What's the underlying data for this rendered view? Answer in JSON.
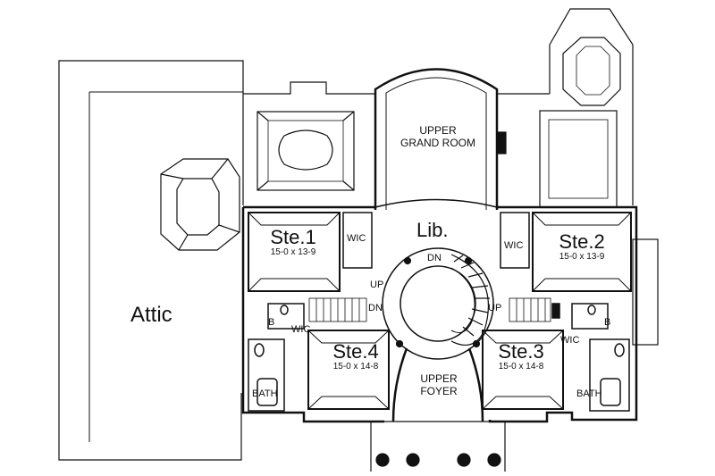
{
  "plan": {
    "attic": "Attic",
    "upper_grand_room": {
      "line1": "UPPER",
      "line2": "GRAND ROOM"
    },
    "library": "Lib.",
    "upper_foyer": {
      "line1": "UPPER",
      "line2": "FOYER"
    },
    "suites": [
      {
        "name": "Ste.1",
        "size": "15-0 x 13-9"
      },
      {
        "name": "Ste.2",
        "size": "15-0 x 13-9"
      },
      {
        "name": "Ste.3",
        "size": "15-0 x 14-8"
      },
      {
        "name": "Ste.4",
        "size": "15-0 x 14-8"
      }
    ],
    "closet": "WIC",
    "bath": "BATH",
    "bath_short": "B",
    "stair_up": "UP",
    "stair_down": "DN"
  }
}
